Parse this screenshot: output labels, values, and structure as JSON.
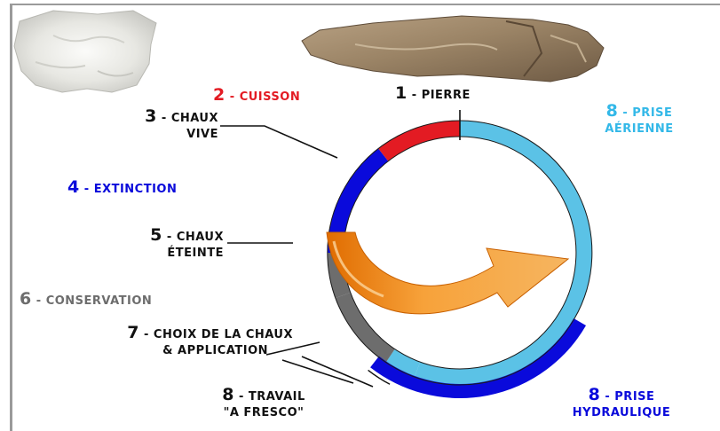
{
  "colors": {
    "red": "#e31b23",
    "blue": "#0a0adb",
    "sky": "#5bc2e6",
    "grey": "#6d6d6d",
    "black": "#111111",
    "arrow": "#f08a12"
  },
  "images": {
    "limestone": "white-limestone-rock",
    "stone": "brown-stone-rock",
    "arrow": "orange-curved-arrow"
  },
  "steps": [
    {
      "id": "pierre",
      "number": "1",
      "sep": " - ",
      "text": "PIERRE",
      "color": "black"
    },
    {
      "id": "cuisson",
      "number": "2",
      "sep": " - ",
      "text": "CUISSON",
      "color": "red"
    },
    {
      "id": "chaux-vive",
      "number": "3",
      "sep": " - ",
      "text": "CHAUX",
      "text2": "VIVE",
      "color": "black"
    },
    {
      "id": "extinction",
      "number": "4",
      "sep": " - ",
      "text": "EXTINCTION",
      "color": "blue"
    },
    {
      "id": "chaux-eteinte",
      "number": "5",
      "sep": " - ",
      "text": "CHAUX",
      "text2": "ÉTEINTE",
      "color": "black"
    },
    {
      "id": "conservation",
      "number": "6",
      "sep": " - ",
      "text": "CONSERVATION",
      "color": "grey"
    },
    {
      "id": "choix",
      "number": "7",
      "sep": " - ",
      "text": "CHOIX DE LA CHAUX",
      "text2": "& APPLICATION",
      "color": "black"
    },
    {
      "id": "fresco",
      "number": "8",
      "sep": " - ",
      "text": "TRAVAIL",
      "text2": "\"A FRESCO\"",
      "color": "black"
    },
    {
      "id": "prise-aerienne",
      "number": "8",
      "sep": " - ",
      "text": "PRISE",
      "text2": "AÉRIENNE",
      "color": "sky"
    },
    {
      "id": "prise-hydraulique",
      "number": "8",
      "sep": " - ",
      "text": "PRISE",
      "text2": "HYDRAULIQUE",
      "color": "blue"
    }
  ]
}
